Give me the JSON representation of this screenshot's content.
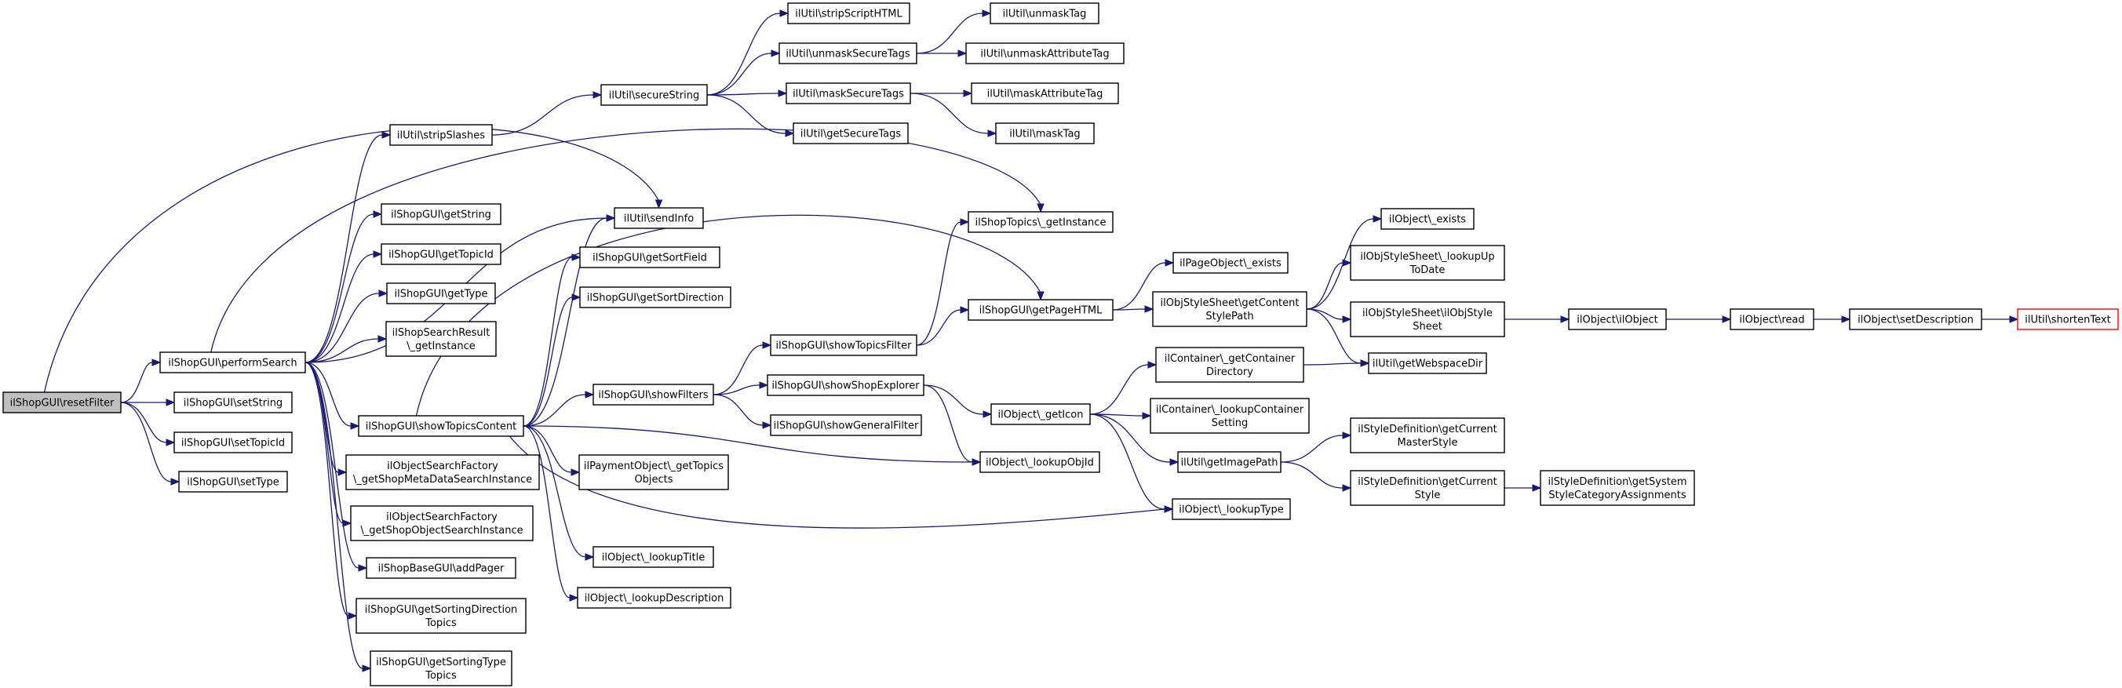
{
  "colors": {
    "edge": "#191970",
    "root_fill": "#bfbfbf",
    "highlight_border": "#ff0000"
  },
  "nodes": [
    {
      "id": "resetFilter",
      "lines": [
        "ilShopGUI\\resetFilter"
      ]
    },
    {
      "id": "performSearch",
      "lines": [
        "ilShopGUI\\performSearch"
      ]
    },
    {
      "id": "setString",
      "lines": [
        "ilShopGUI\\setString"
      ]
    },
    {
      "id": "setTopicId",
      "lines": [
        "ilShopGUI\\setTopicId"
      ]
    },
    {
      "id": "setType",
      "lines": [
        "ilShopGUI\\setType"
      ]
    },
    {
      "id": "stripSlashes",
      "lines": [
        "ilUtil\\stripSlashes"
      ]
    },
    {
      "id": "getString",
      "lines": [
        "ilShopGUI\\getString"
      ]
    },
    {
      "id": "getTopicId",
      "lines": [
        "ilShopGUI\\getTopicId"
      ]
    },
    {
      "id": "getType",
      "lines": [
        "ilShopGUI\\getType"
      ]
    },
    {
      "id": "searchResultGetInstance",
      "lines": [
        "ilShopSearchResult",
        "\\_getInstance"
      ]
    },
    {
      "id": "showTopicsContent",
      "lines": [
        "ilShopGUI\\showTopicsContent"
      ]
    },
    {
      "id": "metaDataSearch",
      "lines": [
        "ilObjectSearchFactory",
        "\\_getShopMetaDataSearchInstance"
      ]
    },
    {
      "id": "objectSearch",
      "lines": [
        "ilObjectSearchFactory",
        "\\_getShopObjectSearchInstance"
      ]
    },
    {
      "id": "addPager",
      "lines": [
        "ilShopBaseGUI\\addPager"
      ]
    },
    {
      "id": "getSortingDirectionTopics",
      "lines": [
        "ilShopGUI\\getSortingDirection",
        "Topics"
      ]
    },
    {
      "id": "getSortingTypeTopics",
      "lines": [
        "ilShopGUI\\getSortingType",
        "Topics"
      ]
    },
    {
      "id": "sendInfo",
      "lines": [
        "ilUtil\\sendInfo"
      ]
    },
    {
      "id": "getSortField",
      "lines": [
        "ilShopGUI\\getSortField"
      ]
    },
    {
      "id": "getSortDirection",
      "lines": [
        "ilShopGUI\\getSortDirection"
      ]
    },
    {
      "id": "showFilters",
      "lines": [
        "ilShopGUI\\showFilters"
      ]
    },
    {
      "id": "getTopicsObjects",
      "lines": [
        "ilPaymentObject\\_getTopics",
        "Objects"
      ]
    },
    {
      "id": "lookupTitle",
      "lines": [
        "ilObject\\_lookupTitle"
      ]
    },
    {
      "id": "lookupDescription",
      "lines": [
        "ilObject\\_lookupDescription"
      ]
    },
    {
      "id": "secureString",
      "lines": [
        "ilUtil\\secureString"
      ]
    },
    {
      "id": "stripScriptHTML",
      "lines": [
        "ilUtil\\stripScriptHTML"
      ]
    },
    {
      "id": "unmaskSecureTags",
      "lines": [
        "ilUtil\\unmaskSecureTags"
      ]
    },
    {
      "id": "maskSecureTags",
      "lines": [
        "ilUtil\\maskSecureTags"
      ]
    },
    {
      "id": "getSecureTags",
      "lines": [
        "ilUtil\\getSecureTags"
      ]
    },
    {
      "id": "unmaskTag",
      "lines": [
        "ilUtil\\unmaskTag"
      ]
    },
    {
      "id": "unmaskAttributeTag",
      "lines": [
        "ilUtil\\unmaskAttributeTag"
      ]
    },
    {
      "id": "maskAttributeTag",
      "lines": [
        "ilUtil\\maskAttributeTag"
      ]
    },
    {
      "id": "maskTag",
      "lines": [
        "ilUtil\\maskTag"
      ]
    },
    {
      "id": "shopTopicsGetInstance",
      "lines": [
        "ilShopTopics\\_getInstance"
      ]
    },
    {
      "id": "showTopicsFilter",
      "lines": [
        "ilShopGUI\\showTopicsFilter"
      ]
    },
    {
      "id": "showShopExplorer",
      "lines": [
        "ilShopGUI\\showShopExplorer"
      ]
    },
    {
      "id": "showGeneralFilter",
      "lines": [
        "ilShopGUI\\showGeneralFilter"
      ]
    },
    {
      "id": "getPageHTML",
      "lines": [
        "ilShopGUI\\getPageHTML"
      ]
    },
    {
      "id": "getIcon",
      "lines": [
        "ilObject\\_getIcon"
      ]
    },
    {
      "id": "lookupObjId",
      "lines": [
        "ilObject\\_lookupObjId"
      ]
    },
    {
      "id": "lookupType",
      "lines": [
        "ilObject\\_lookupType"
      ]
    },
    {
      "id": "pageObjectExists",
      "lines": [
        "ilPageObject\\_exists"
      ]
    },
    {
      "id": "getContentStylePath",
      "lines": [
        "ilObjStyleSheet\\getContent",
        "StylePath"
      ]
    },
    {
      "id": "getContainerDirectory",
      "lines": [
        "ilContainer\\_getContainer",
        "Directory"
      ]
    },
    {
      "id": "lookupContainerSetting",
      "lines": [
        "ilContainer\\_lookupContainer",
        "Setting"
      ]
    },
    {
      "id": "getImagePath",
      "lines": [
        "ilUtil\\getImagePath"
      ]
    },
    {
      "id": "objectExists",
      "lines": [
        "ilObject\\_exists"
      ]
    },
    {
      "id": "lookupUpToDate",
      "lines": [
        "ilObjStyleSheet\\_lookupUp",
        "ToDate"
      ]
    },
    {
      "id": "ilObjStyleSheet",
      "lines": [
        "ilObjStyleSheet\\ilObjStyle",
        "Sheet"
      ]
    },
    {
      "id": "getWebspaceDir",
      "lines": [
        "ilUtil\\getWebspaceDir"
      ]
    },
    {
      "id": "getCurrentMasterStyle",
      "lines": [
        "ilStyleDefinition\\getCurrent",
        "MasterStyle"
      ]
    },
    {
      "id": "getCurrentStyle",
      "lines": [
        "ilStyleDefinition\\getCurrent",
        "Style"
      ]
    },
    {
      "id": "getSystemStyleCategoryAssignments",
      "lines": [
        "ilStyleDefinition\\getSystem",
        "StyleCategoryAssignments"
      ]
    },
    {
      "id": "ilObject",
      "lines": [
        "ilObject\\ilObject"
      ]
    },
    {
      "id": "read",
      "lines": [
        "ilObject\\read"
      ]
    },
    {
      "id": "setDescription",
      "lines": [
        "ilObject\\setDescription"
      ]
    },
    {
      "id": "shortenText",
      "lines": [
        "ilUtil\\shortenText"
      ]
    }
  ]
}
